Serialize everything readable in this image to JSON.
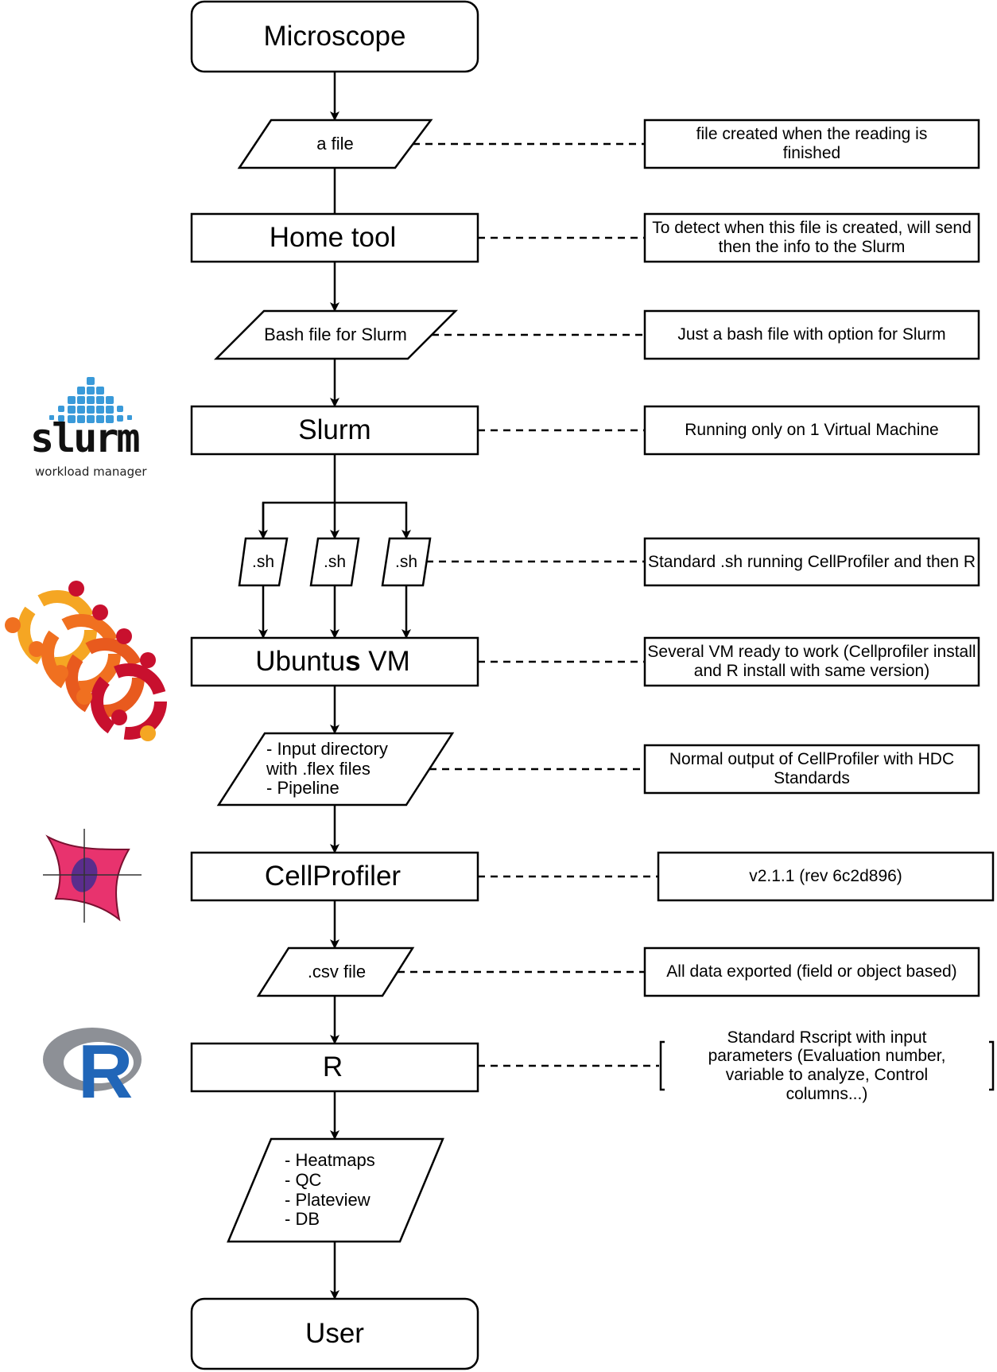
{
  "nodes": {
    "microscope": "Microscope",
    "a_file": "a file",
    "home_tool": "Home tool",
    "bash_file": "Bash file for Slurm",
    "slurm": "Slurm",
    "sh_1": ".sh",
    "sh_2": ".sh",
    "sh_3": ".sh",
    "ubuntu_vm_pre": "Ubuntu",
    "ubuntu_vm_bold": "s",
    "ubuntu_vm_post": " VM",
    "input_dir": "- Input directory\nwith .flex files\n- Pipeline",
    "cellprofiler": "CellProfiler",
    "csv_file": ".csv file",
    "r": "R",
    "outputs": "- Heatmaps\n- QC\n- Plateview\n- DB",
    "user": "User"
  },
  "notes": {
    "a_file": "file created when the reading is finished",
    "home_tool": "To detect when this file is created, will send then the info to the Slurm",
    "bash_file": "Just a bash file with option for Slurm",
    "slurm": "Running only on 1 Virtual Machine",
    "sh": "Standard .sh running CellProfiler and then R",
    "ubuntu_vm": "Several VM ready to work (Cellprofiler install and R install with same version)",
    "input_dir": "Normal output of CellProfiler with HDC Standards",
    "cellprofiler": "v2.1.1 (rev 6c2d896)",
    "csv_file": "All data exported (field or object based)",
    "r": "Standard Rscript with input parameters (Evaluation number, variable to analyze, Control columns...)"
  },
  "logos": {
    "slurm_wordmark": "slurm",
    "slurm_tagline": "workload manager",
    "r_letter": "R"
  },
  "colors": {
    "line": "#000000",
    "slurm_blue": "#3a9ad9",
    "ubuntu_orange": "#f07020",
    "ubuntu_yellow": "#f5a623",
    "ubuntu_red": "#c8102e",
    "cellprofiler_pink": "#e8336e",
    "cellprofiler_purple": "#5a2d8c",
    "r_blue": "#2166b8",
    "r_grey": "#8d9096"
  }
}
